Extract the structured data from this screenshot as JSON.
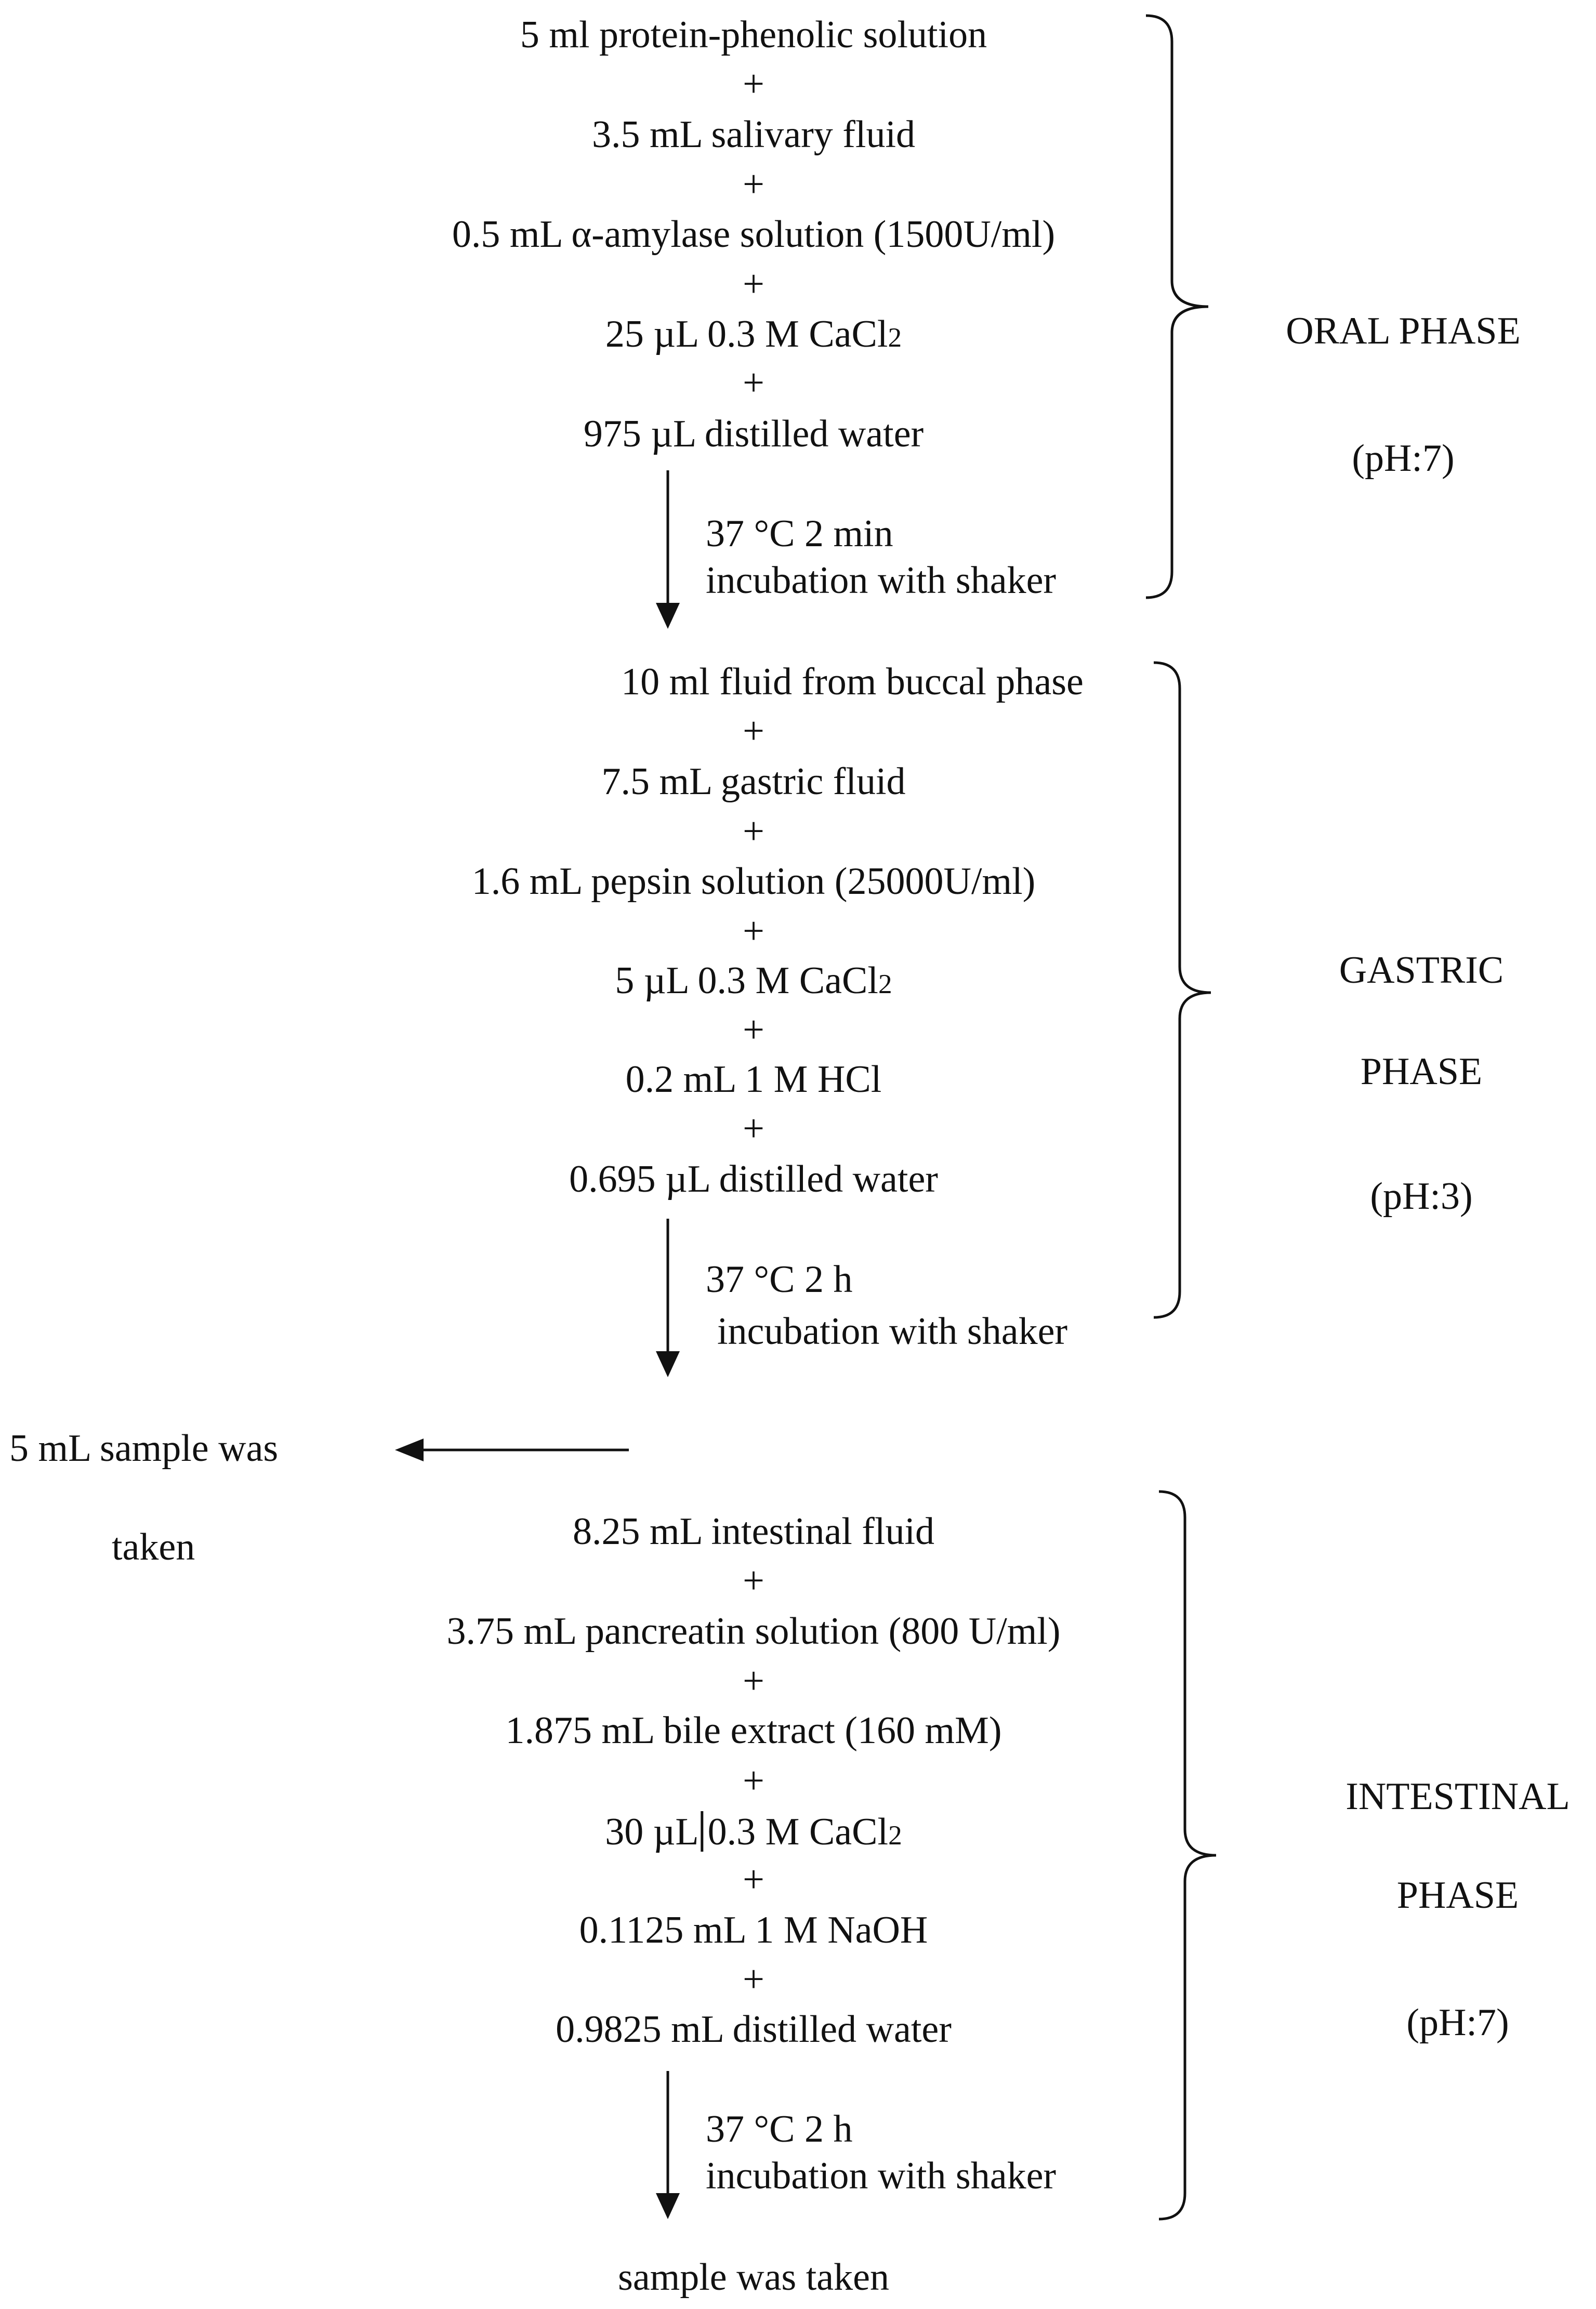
{
  "oral": {
    "steps": [
      "5 ml protein-phenolic solution",
      "3.5 mL salivary fluid",
      "0.5 mL α-amylase solution (1500U/ml)",
      "25 µL 0.3 M CaCl",
      "975 µL distilled water"
    ],
    "cacl_sub": "2",
    "plus": "+",
    "incubation_line1": "37 °C 2 min",
    "incubation_line2": "incubation with shaker",
    "phase_label": "ORAL PHASE",
    "ph": "(pH:7)"
  },
  "gastric": {
    "steps": [
      "10 ml fluid from buccal phase",
      "7.5 mL gastric fluid",
      "1.6 mL pepsin solution (25000U/ml)",
      "5 µL 0.3 M CaCl",
      "0.2 mL 1 M HCl",
      "0.695 µL distilled water"
    ],
    "cacl_sub": "2",
    "plus": "+",
    "incubation_line1": "37 °C 2 h",
    "incubation_line2": "incubation with shaker",
    "phase_label_line1": "GASTRIC",
    "phase_label_line2": "PHASE",
    "ph": "(pH:3)"
  },
  "sample_taken_line1": "5 mL sample was",
  "sample_taken_line2": "taken",
  "intestinal": {
    "steps": [
      "8.25 mL intestinal fluid",
      "3.75 mL pancreatin solution (800 U/ml)",
      "1.875 mL bile extract (160 mM)",
      "30 µL",
      "0.3 M CaCl",
      "0.1125 mL 1 M NaOH",
      "0.9825 mL distilled water"
    ],
    "cacl_sub": "2",
    "plus": "+",
    "incubation_line1": "37 °C 2 h",
    "incubation_line2": "incubation with shaker",
    "phase_label_line1": "INTESTINAL",
    "phase_label_line2": "PHASE",
    "ph": "(pH:7)"
  },
  "final": "sample was taken"
}
